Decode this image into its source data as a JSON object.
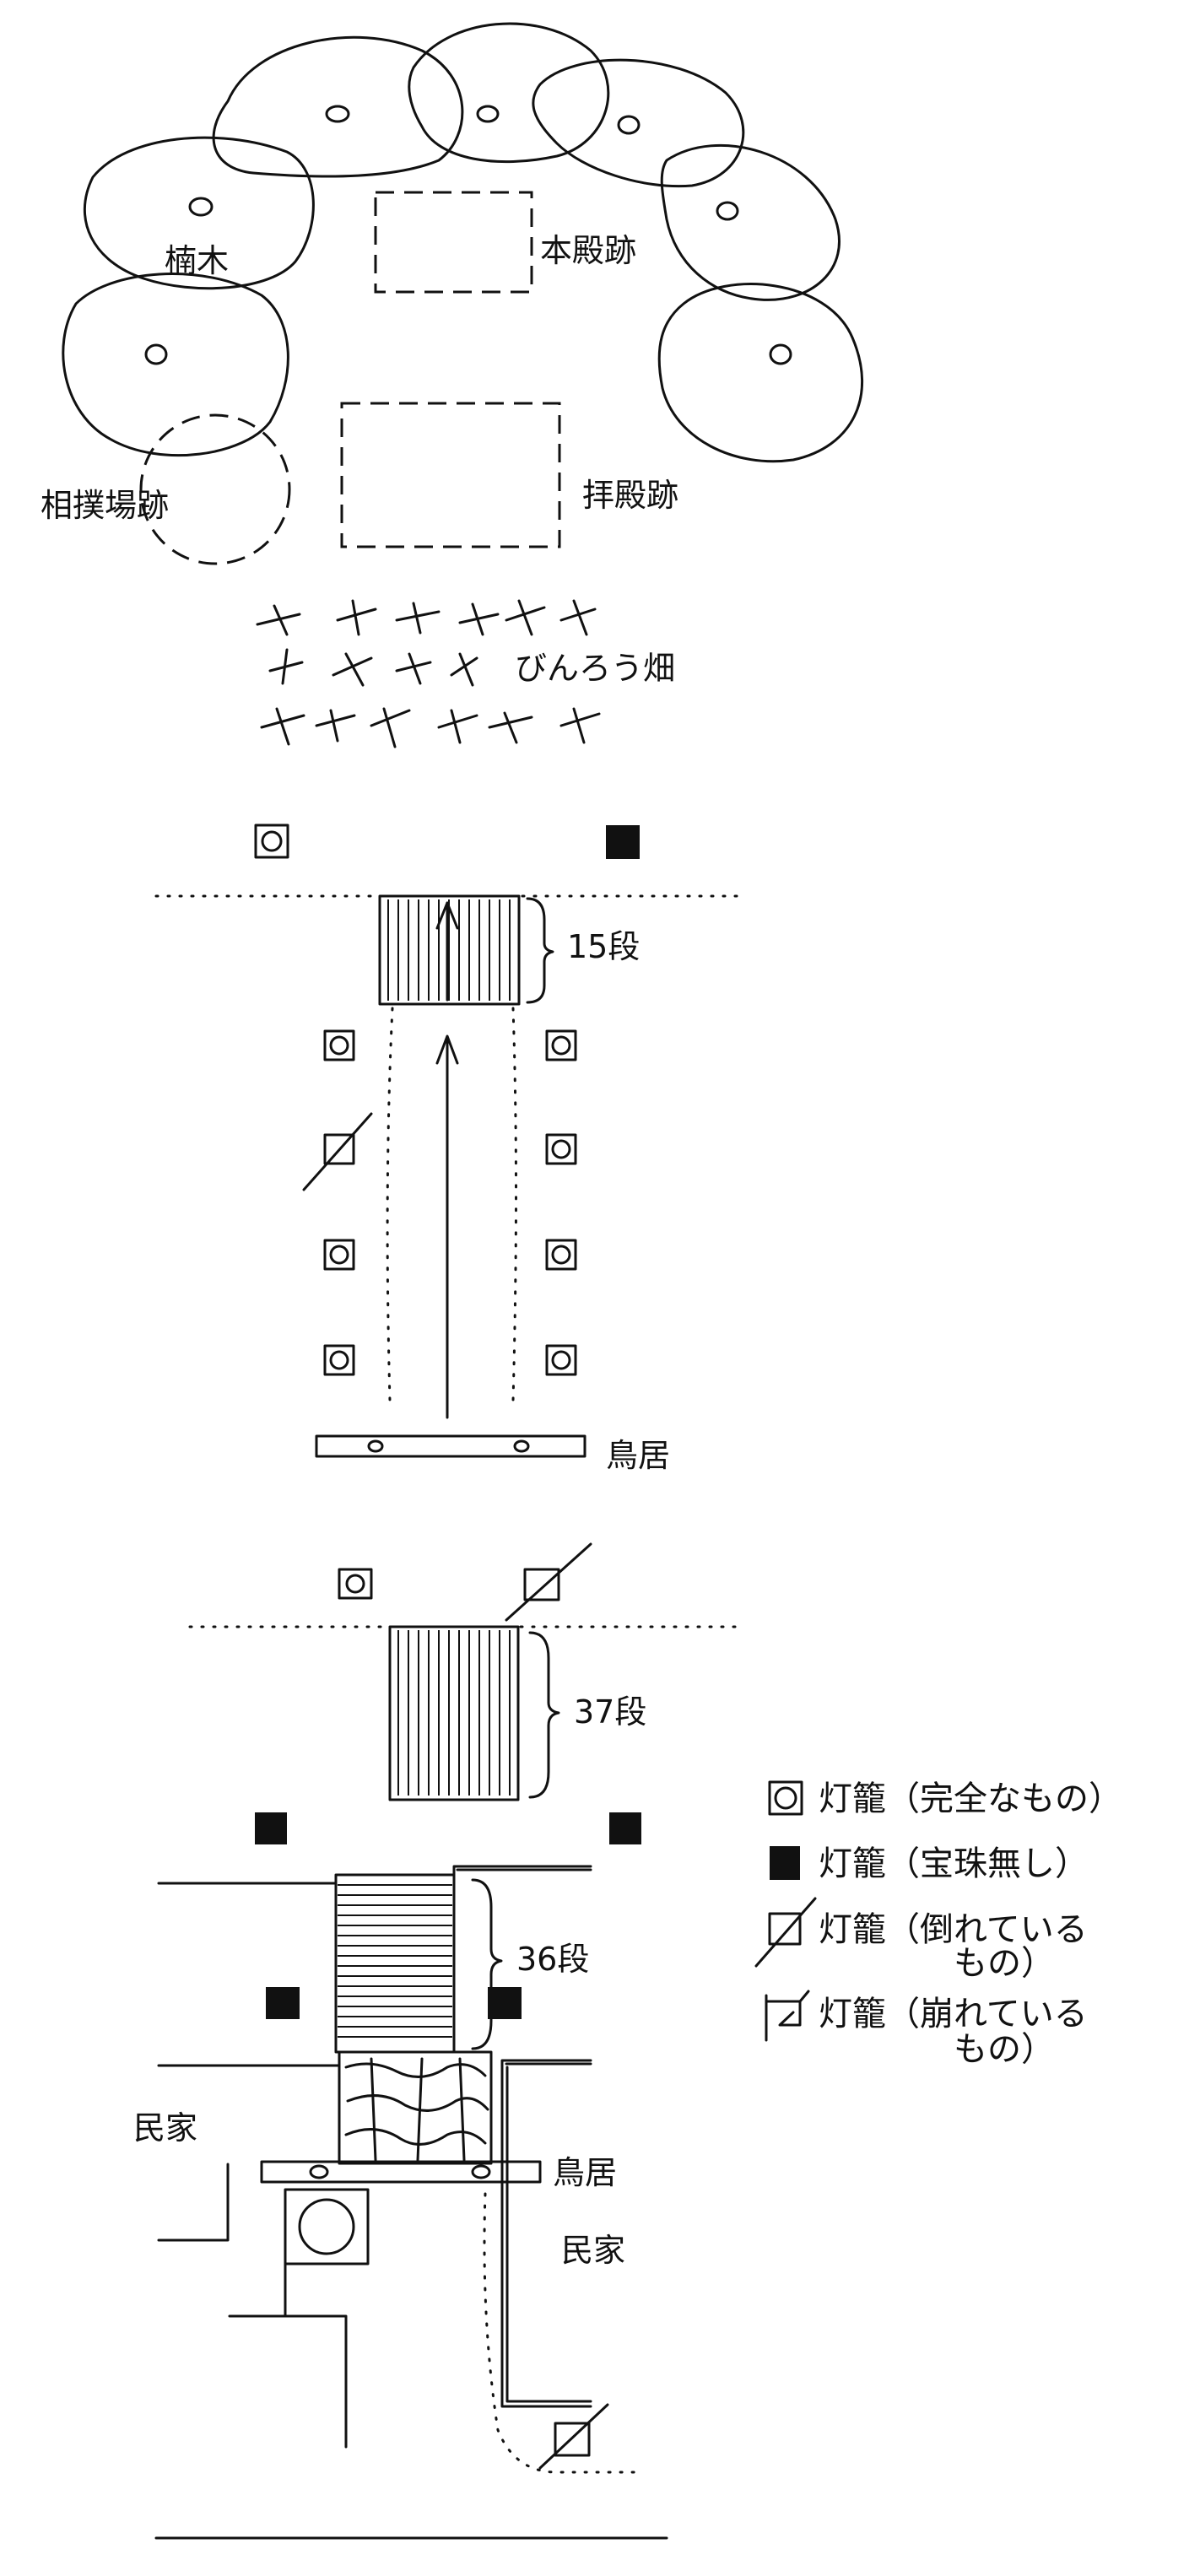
{
  "labels": {
    "kusunoki": "楠木",
    "honden": "本殿跡",
    "sumo": "相撲場跡",
    "haiden": "拝殿跡",
    "binro": "びんろう畑",
    "steps_15": "15段",
    "steps_37": "37段",
    "steps_36": "36段",
    "torii_upper": "鳥居",
    "torii_lower": "鳥居",
    "minka_left": "民家",
    "minka_right": "民家"
  },
  "legend": [
    {
      "symbol": "lantern-complete",
      "text": "灯籠（完全なもの）"
    },
    {
      "symbol": "lantern-no-hoju",
      "text": "灯籠（宝珠無し）"
    },
    {
      "symbol": "lantern-fallen",
      "text": "灯籠（倒れている",
      "text2": "もの）"
    },
    {
      "symbol": "lantern-collapsed",
      "text": "灯籠（崩れている",
      "text2": "もの）"
    }
  ]
}
